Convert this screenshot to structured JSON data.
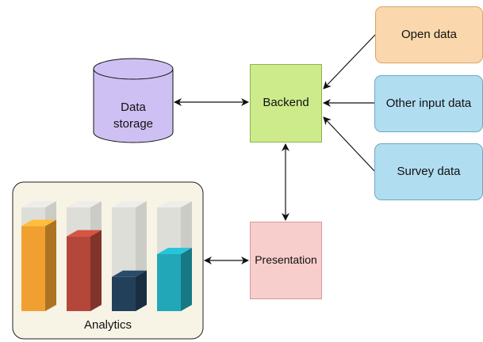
{
  "nodes": {
    "open_data": "Open data",
    "other_input_data": "Other input data",
    "survey_data": "Survey data",
    "backend": "Backend",
    "presentation": "Presentation",
    "data_storage_line1": "Data",
    "data_storage_line2": "storage",
    "analytics": "Analytics"
  },
  "colors": {
    "backend": "#cdeb8b",
    "presentation": "#f8cecc",
    "open_data": "#fad7ac",
    "input_boxes": "#b1ddf0",
    "storage": "#cfc0f3",
    "analytics_panel": "#f7f4e6",
    "bars": [
      "#f0a030",
      "#b5473a",
      "#23405a",
      "#22a7b8"
    ]
  },
  "analytics_bars": [
    {
      "color_name": "orange",
      "level": 0.82
    },
    {
      "color_name": "red",
      "level": 0.72
    },
    {
      "color_name": "navy",
      "level": 0.33
    },
    {
      "color_name": "teal",
      "level": 0.55
    }
  ]
}
